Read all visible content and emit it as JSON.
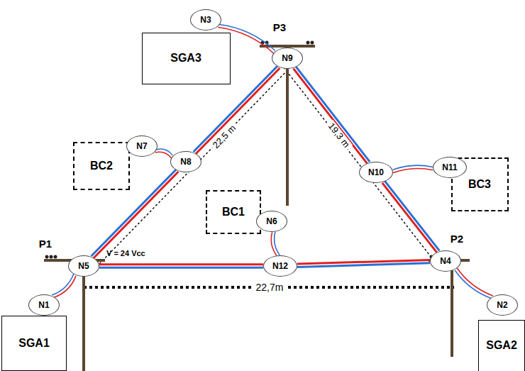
{
  "diagram": {
    "nodes": [
      {
        "text": [
          "N3"
        ]
      },
      {
        "text": [
          "SGA3"
        ]
      },
      {
        "text": [
          "N9"
        ]
      },
      {
        "text": [
          "BC2"
        ]
      },
      {
        "text": [
          "N7"
        ]
      },
      {
        "text": [
          "N8"
        ]
      },
      {
        "text": [
          "N10"
        ]
      },
      {
        "text": [
          "N11"
        ]
      },
      {
        "text": [
          "BC3"
        ]
      },
      {
        "text": [
          "BC1"
        ]
      },
      {
        "text": [
          "N6"
        ]
      },
      {
        "text": [
          "N5"
        ]
      },
      {
        "text": [
          "N12"
        ]
      },
      {
        "text": [
          "N4"
        ]
      },
      {
        "text": [
          "N1"
        ]
      },
      {
        "text": [
          "N2"
        ]
      },
      {
        "text": [
          "SGA1"
        ]
      },
      {
        "text": [
          "SGA2"
        ]
      }
    ],
    "edges": [
      {
        "from": 0,
        "to": 2,
        "arrow": "none"
      },
      {
        "from": 4,
        "to": 5,
        "arrow": "none"
      },
      {
        "from": 6,
        "to": 7,
        "arrow": "none"
      },
      {
        "from": 10,
        "to": 12,
        "arrow": "none"
      },
      {
        "from": 14,
        "to": 11,
        "arrow": "none"
      },
      {
        "from": 15,
        "to": 13,
        "arrow": "none"
      },
      {
        "from": 11,
        "to": 5,
        "arrow": "none"
      },
      {
        "from": 5,
        "to": 2,
        "arrow": "none"
      },
      {
        "from": 2,
        "to": 6,
        "arrow": "none"
      },
      {
        "from": 6,
        "to": 13,
        "arrow": "none"
      },
      {
        "from": 13,
        "to": 12,
        "arrow": "none"
      },
      {
        "from": 12,
        "to": 11,
        "arrow": "none"
      }
    ],
    "labels": [
      "P1",
      "P2",
      "P3",
      "V = 24 Vcc",
      "22,5 m",
      "19,3 m",
      "22,7m"
    ]
  }
}
